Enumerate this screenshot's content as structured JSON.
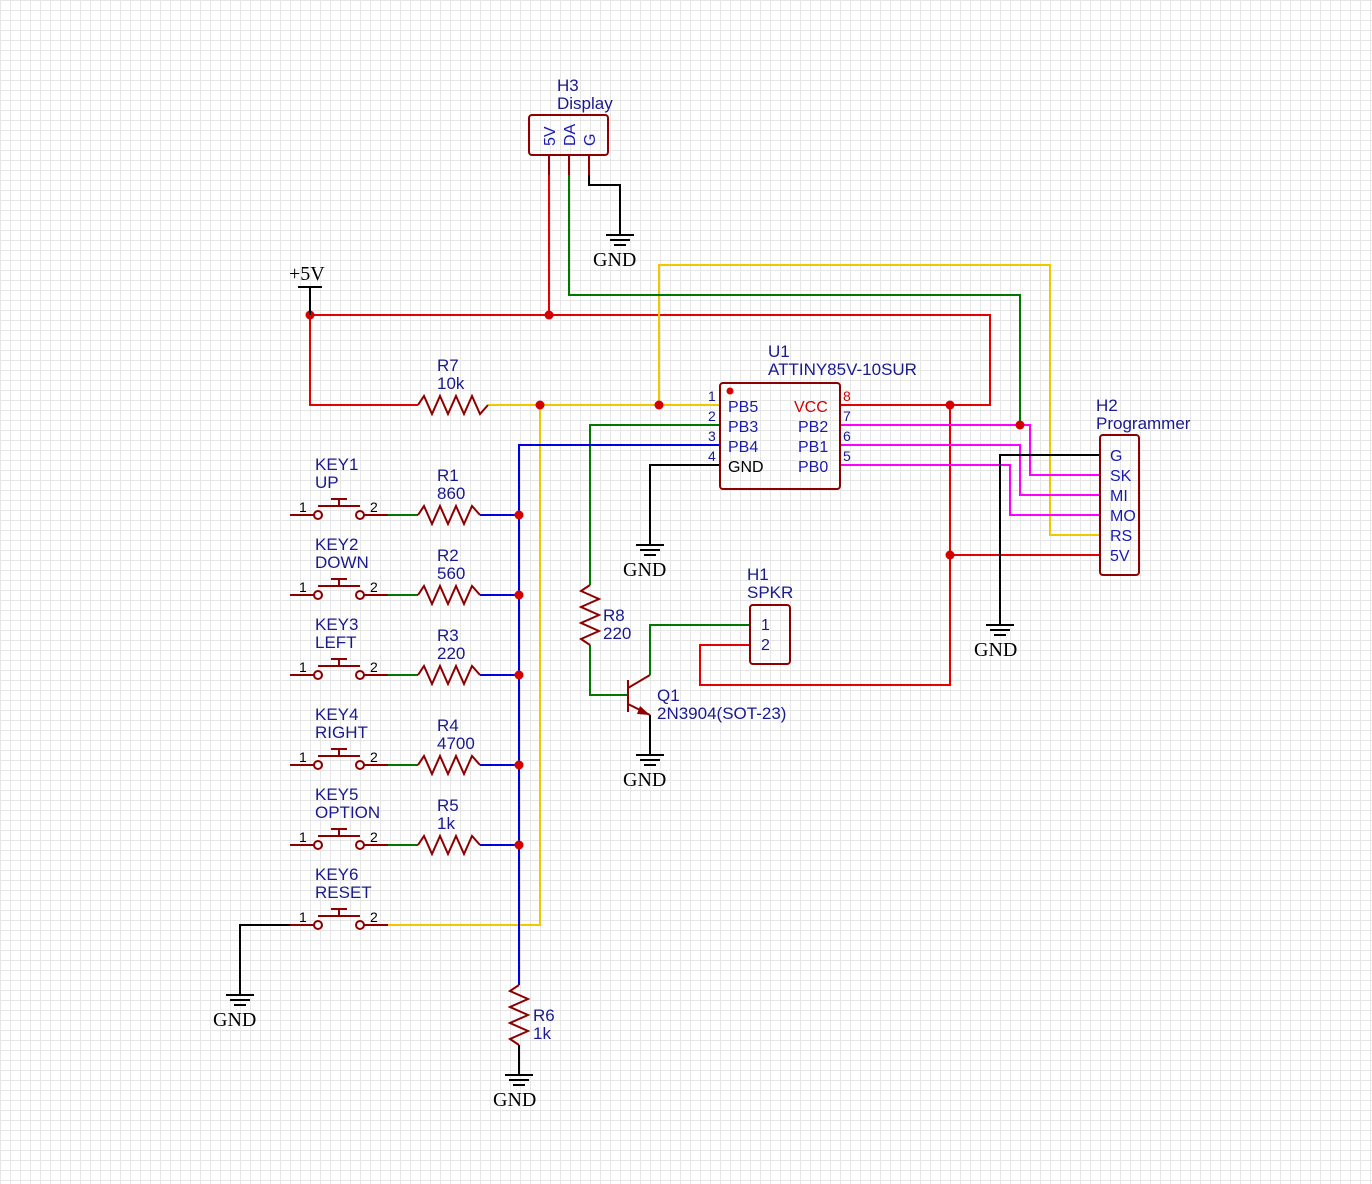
{
  "components": {
    "h3": {
      "ref": "H3",
      "value": "Display",
      "pins": [
        "5V",
        "DA",
        "G"
      ]
    },
    "u1": {
      "ref": "U1",
      "value": "ATTINY85V-10SUR",
      "left_pins": [
        {
          "num": "1",
          "name": "PB5"
        },
        {
          "num": "2",
          "name": "PB3"
        },
        {
          "num": "3",
          "name": "PB4"
        },
        {
          "num": "4",
          "name": "GND"
        }
      ],
      "right_pins": [
        {
          "num": "8",
          "name": "VCC"
        },
        {
          "num": "7",
          "name": "PB2"
        },
        {
          "num": "6",
          "name": "PB1"
        },
        {
          "num": "5",
          "name": "PB0"
        }
      ]
    },
    "h2": {
      "ref": "H2",
      "value": "Programmer",
      "pins": [
        "G",
        "SK",
        "MI",
        "MO",
        "RS",
        "5V"
      ]
    },
    "h1": {
      "ref": "H1",
      "value": "SPKR",
      "pins": [
        "1",
        "2"
      ]
    },
    "q1": {
      "ref": "Q1",
      "value": "2N3904(SOT-23)"
    },
    "r7": {
      "ref": "R7",
      "value": "10k"
    },
    "r8": {
      "ref": "R8",
      "value": "220"
    },
    "r6": {
      "ref": "R6",
      "value": "1k"
    },
    "keys": [
      {
        "ref": "KEY1",
        "name": "UP",
        "rref": "R1",
        "rval": "860",
        "p1": "1",
        "p2": "2"
      },
      {
        "ref": "KEY2",
        "name": "DOWN",
        "rref": "R2",
        "rval": "560",
        "p1": "1",
        "p2": "2"
      },
      {
        "ref": "KEY3",
        "name": "LEFT",
        "rref": "R3",
        "rval": "220",
        "p1": "1",
        "p2": "2"
      },
      {
        "ref": "KEY4",
        "name": "RIGHT",
        "rref": "R4",
        "rval": "4700",
        "p1": "1",
        "p2": "2"
      },
      {
        "ref": "KEY5",
        "name": "OPTION",
        "rref": "R5",
        "rval": "1k",
        "p1": "1",
        "p2": "2"
      },
      {
        "ref": "KEY6",
        "name": "RESET",
        "p1": "1",
        "p2": "2"
      }
    ]
  },
  "power": {
    "vcc": "+5V",
    "gnd": "GND"
  },
  "colors": {
    "vcc_net": "#e60000",
    "adc_net": "#0000e6",
    "data_net": "#007800",
    "reset_net": "#f0c800",
    "isp_net": "#ff00ff",
    "gnd_net": "#000000",
    "component": "#8b0000",
    "label": "#1a1a8c"
  }
}
